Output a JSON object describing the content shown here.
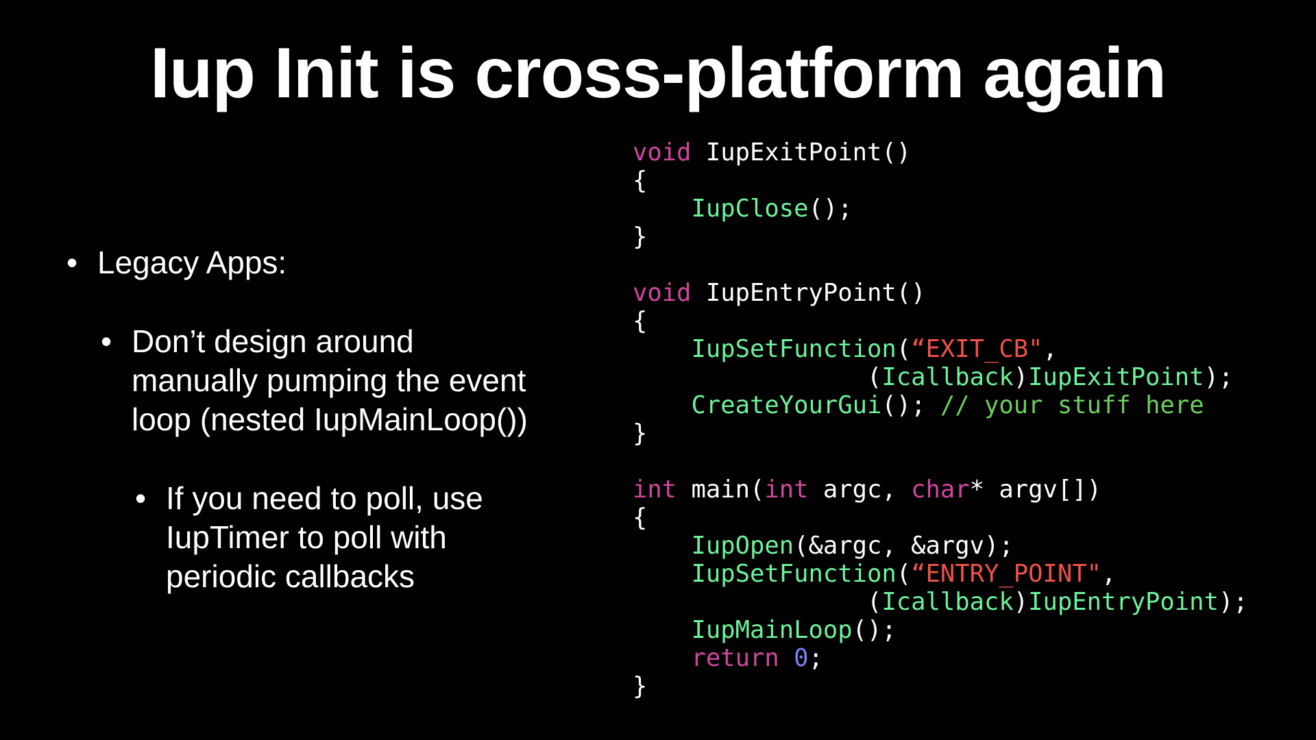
{
  "title": "Iup Init is cross-platform again",
  "bullets": {
    "level1": "Legacy Apps:",
    "level2": "Don’t design around manually pumping the event loop (nested IupMainLoop())",
    "level3": "If you need to poll, use IupTimer to poll with periodic callbacks",
    "bullet_glyph": "•"
  },
  "colors": {
    "keyword": "#d1479f",
    "function": "#6ef29b",
    "string": "#f0524a",
    "comment": "#6dcf5d",
    "number": "#7f7ff5",
    "plain": "#ffffff"
  },
  "code": [
    [
      [
        "void",
        "kw"
      ],
      [
        " IupExitPoint()",
        "plain"
      ]
    ],
    [
      [
        "{",
        "plain"
      ]
    ],
    [
      [
        "    ",
        "plain"
      ],
      [
        "IupClose",
        "fn"
      ],
      [
        "();",
        "plain"
      ]
    ],
    [
      [
        "}",
        "plain"
      ]
    ],
    [],
    [
      [
        "void",
        "kw"
      ],
      [
        " IupEntryPoint()",
        "plain"
      ]
    ],
    [
      [
        "{",
        "plain"
      ]
    ],
    [
      [
        "    ",
        "plain"
      ],
      [
        "IupSetFunction",
        "fn"
      ],
      [
        "(",
        "plain"
      ],
      [
        "“EXIT_CB\"",
        "str"
      ],
      [
        ",",
        "plain"
      ]
    ],
    [
      [
        "                (",
        "plain"
      ],
      [
        "Icallback",
        "fn"
      ],
      [
        ")",
        "plain"
      ],
      [
        "IupExitPoint",
        "fn"
      ],
      [
        ");",
        "plain"
      ]
    ],
    [
      [
        "    ",
        "plain"
      ],
      [
        "CreateYourGui",
        "fn"
      ],
      [
        "(); ",
        "plain"
      ],
      [
        "// your stuff here",
        "cmt"
      ]
    ],
    [
      [
        "}",
        "plain"
      ]
    ],
    [],
    [
      [
        "int",
        "kw"
      ],
      [
        " main(",
        "plain"
      ],
      [
        "int",
        "kw"
      ],
      [
        " argc, ",
        "plain"
      ],
      [
        "char",
        "kw"
      ],
      [
        "* argv[])",
        "plain"
      ]
    ],
    [
      [
        "{",
        "plain"
      ]
    ],
    [
      [
        "    ",
        "plain"
      ],
      [
        "IupOpen",
        "fn"
      ],
      [
        "(&argc, &argv);",
        "plain"
      ]
    ],
    [
      [
        "    ",
        "plain"
      ],
      [
        "IupSetFunction",
        "fn"
      ],
      [
        "(",
        "plain"
      ],
      [
        "“ENTRY_POINT\"",
        "str"
      ],
      [
        ",",
        "plain"
      ]
    ],
    [
      [
        "                (",
        "plain"
      ],
      [
        "Icallback",
        "fn"
      ],
      [
        ")",
        "plain"
      ],
      [
        "IupEntryPoint",
        "fn"
      ],
      [
        ");",
        "plain"
      ]
    ],
    [
      [
        "    ",
        "plain"
      ],
      [
        "IupMainLoop",
        "fn"
      ],
      [
        "();",
        "plain"
      ]
    ],
    [
      [
        "    ",
        "plain"
      ],
      [
        "return",
        "kw"
      ],
      [
        " ",
        "plain"
      ],
      [
        "0",
        "num"
      ],
      [
        ";",
        "plain"
      ]
    ],
    [
      [
        "}",
        "plain"
      ]
    ]
  ]
}
